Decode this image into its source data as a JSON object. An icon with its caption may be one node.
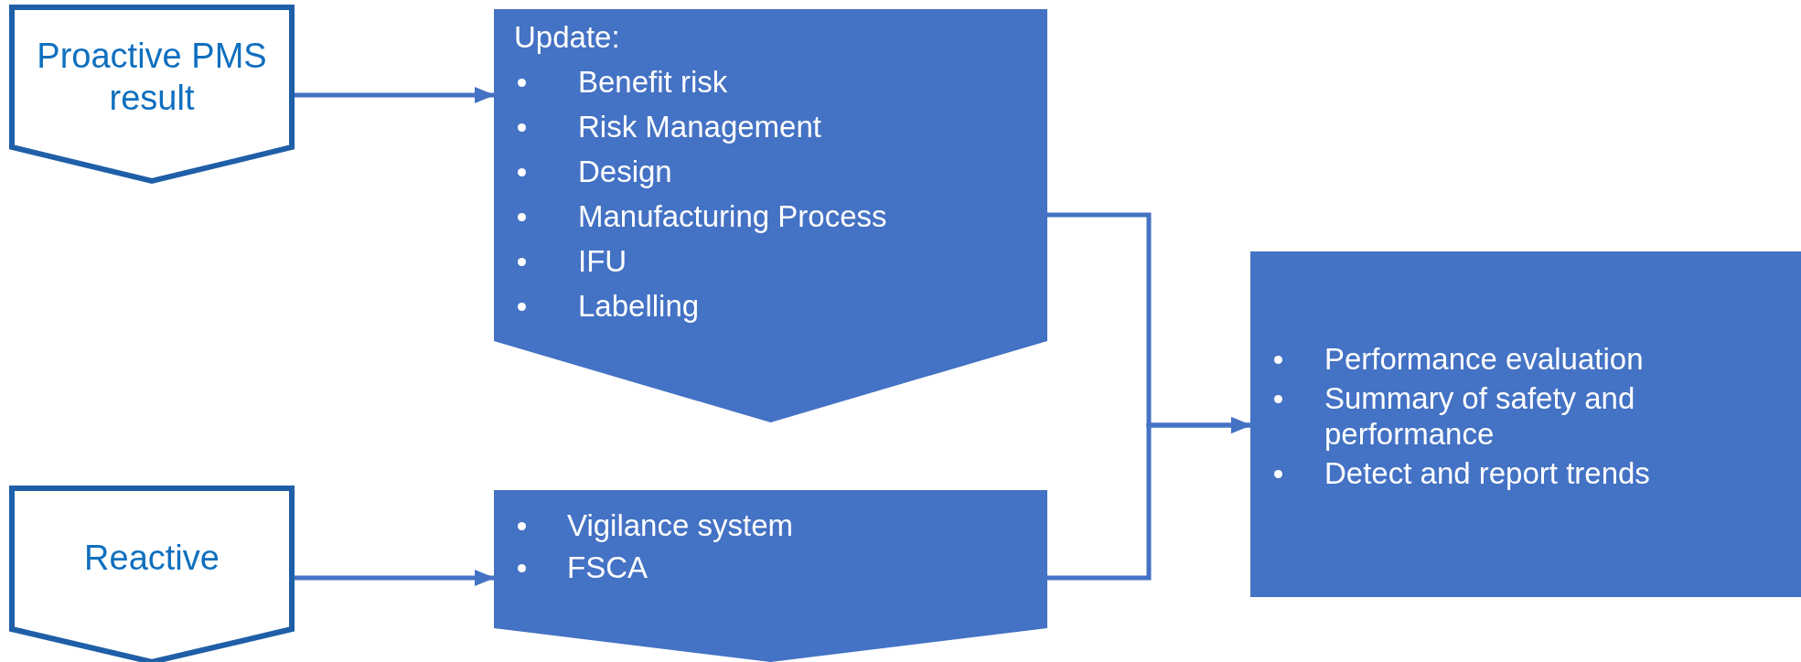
{
  "diagram": {
    "nodes": [
      {
        "text": [
          "Proactive PMS result"
        ]
      },
      {
        "text": [
          "Update:",
          "Benefit risk",
          "Risk Management",
          "Design",
          "Manufacturing Process",
          "IFU",
          "Labelling"
        ]
      },
      {
        "text": [
          "Reactive"
        ]
      },
      {
        "text": [
          "Vigilance system",
          "FSCA"
        ]
      },
      {
        "text": [
          "Performance evaluation",
          "Summary of safety and performance",
          "Detect and report trends"
        ]
      }
    ],
    "edges": [
      {
        "from": 0,
        "to": 1,
        "arrow": "to"
      },
      {
        "from": 2,
        "to": 3,
        "arrow": "to"
      },
      {
        "from": 1,
        "to": 4,
        "arrow": "to"
      },
      {
        "from": 3,
        "to": 4,
        "arrow": "to"
      }
    ]
  }
}
